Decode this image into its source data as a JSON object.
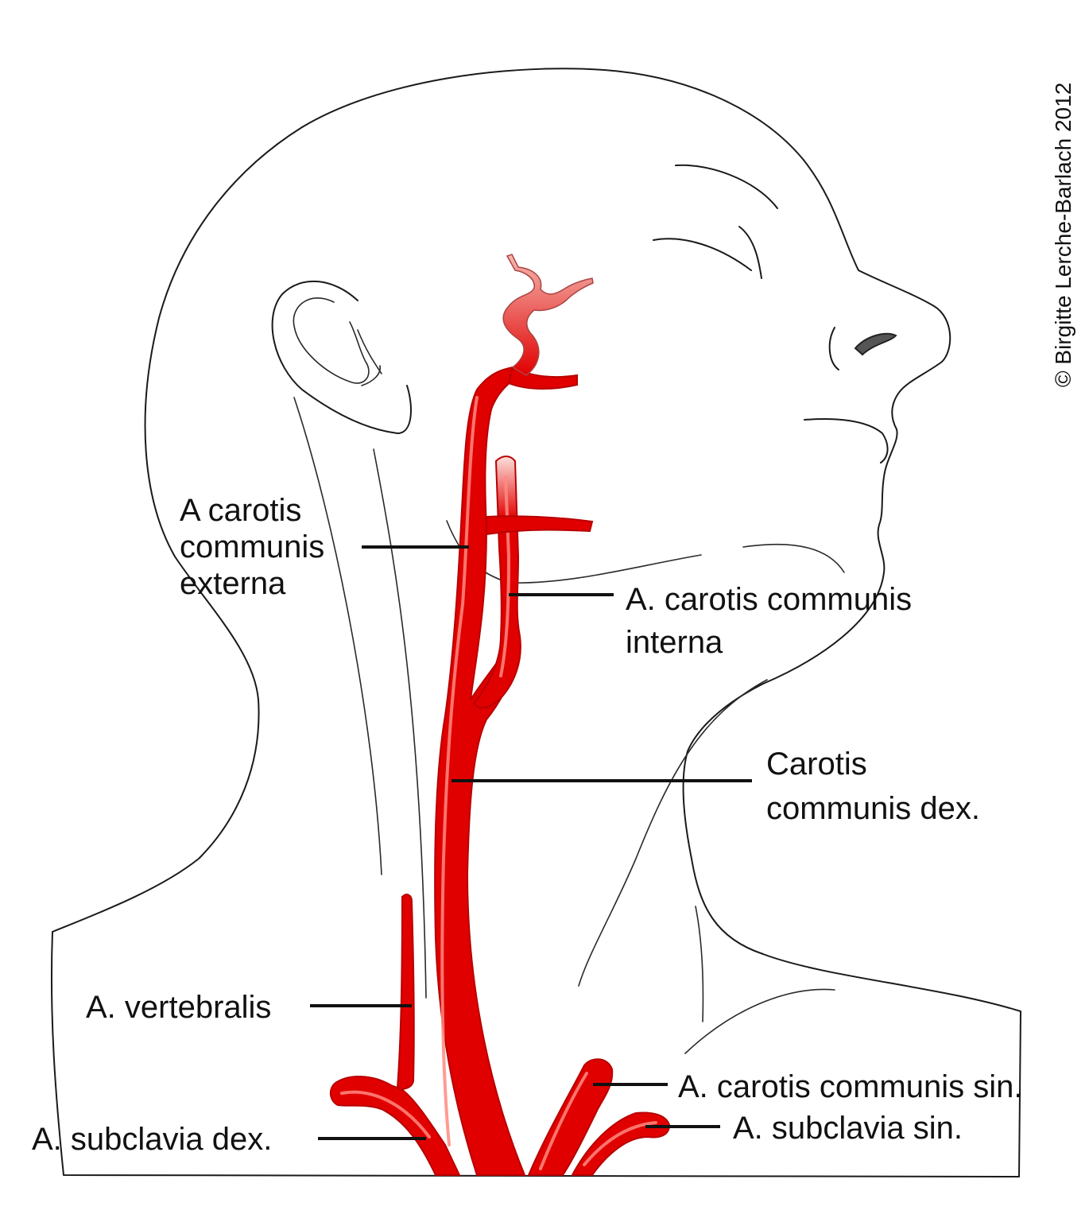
{
  "copyright": "© Birgitte Lerche-Barlach 2012",
  "colors": {
    "skin": "#fbe6d4",
    "artery": "#e00000",
    "outline": "#1a1a1a"
  },
  "labels": {
    "ext_carotid": [
      "A carotis",
      "communis",
      "externa"
    ],
    "int_carotid": [
      "A. carotis communis",
      "interna"
    ],
    "common_carotid_dex": [
      "Carotis",
      "communis dex."
    ],
    "vertebral": "A. vertebralis",
    "subclavian_dex": "A. subclavia dex.",
    "common_carotid_sin": "A. carotis communis sin.",
    "subclavian_sin": "A. subclavia sin."
  }
}
